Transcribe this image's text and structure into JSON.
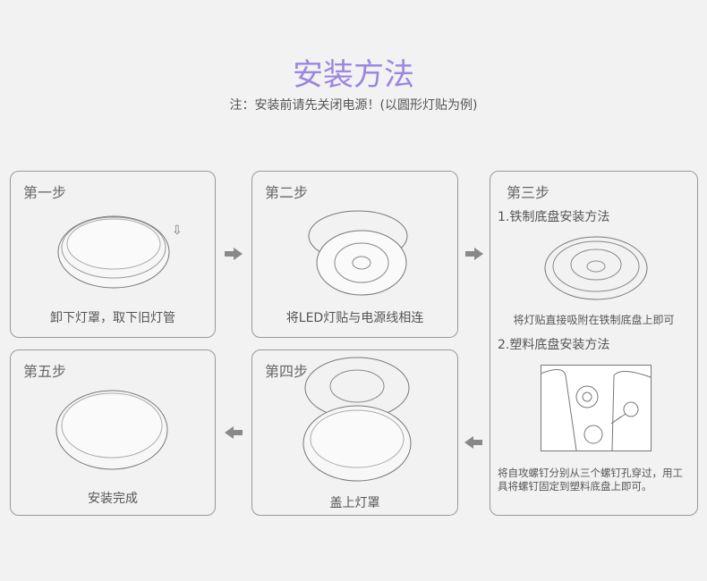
{
  "title": "安装方法",
  "note": "注：安装前请先关闭电源！(以圆形灯贴为例)",
  "steps": [
    {
      "label": "第一步",
      "caption": "卸下灯罩，取下旧灯管"
    },
    {
      "label": "第二步",
      "caption": "将LED灯贴与电源线相连"
    },
    {
      "label": "第三步",
      "sub1": "1.铁制底盘安装方法",
      "caption1": "将灯贴直接吸附在铁制底盘上即可",
      "sub2": "2.塑料底盘安装方法",
      "caption2": "将自攻螺钉分别从三个螺钉孔穿过，用工具将螺钉固定到塑料底盘上即可。"
    },
    {
      "label": "第四步",
      "caption": "盖上灯罩"
    },
    {
      "label": "第五步",
      "caption": "安装完成"
    }
  ],
  "colors": {
    "title": "#9b86e0",
    "border": "#999999",
    "arrow": "#888888"
  }
}
